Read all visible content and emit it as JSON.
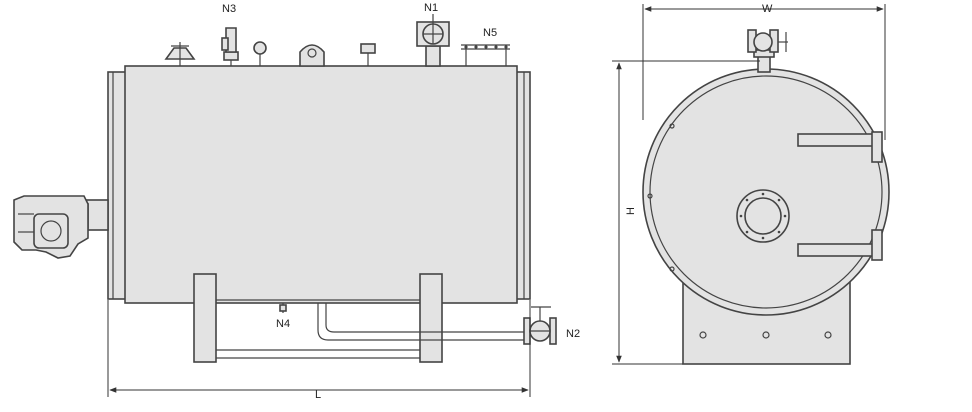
{
  "labels": {
    "n1": "N1",
    "n2": "N2",
    "n3": "N3",
    "n4": "N4",
    "n5": "N5",
    "length": "L",
    "width": "W",
    "height": "H"
  },
  "colors": {
    "outline": "#444444",
    "fill": "#e3e3e3",
    "background": "#ffffff"
  }
}
